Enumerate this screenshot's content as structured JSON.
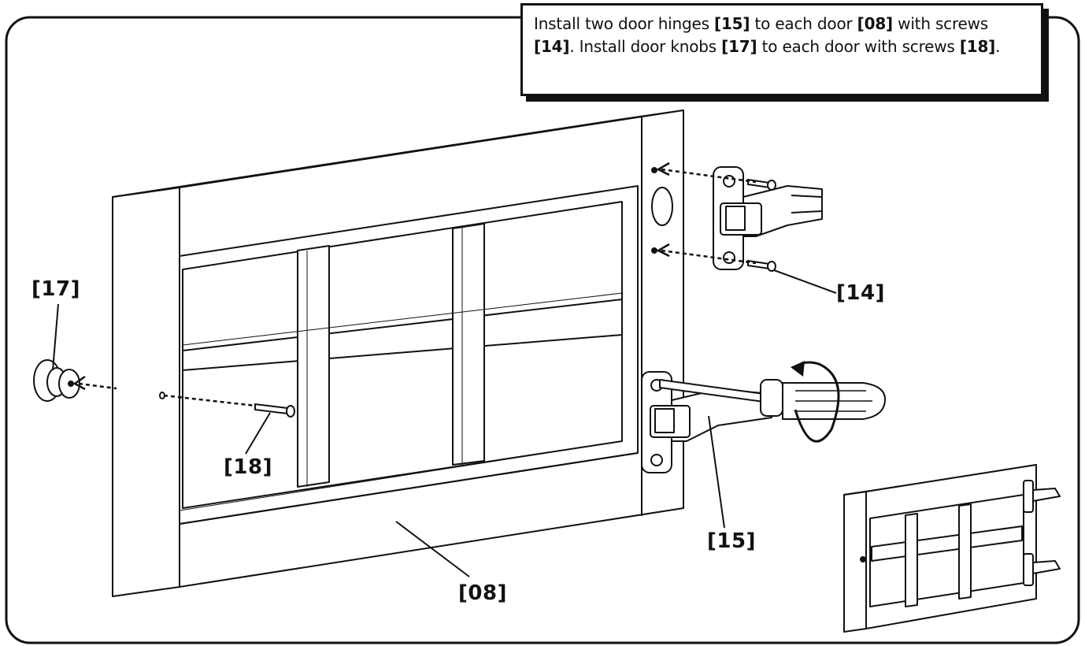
{
  "instruction": {
    "segments": [
      {
        "t": "Install two door hinges ",
        "b": false
      },
      {
        "t": "[15]",
        "b": true
      },
      {
        "t": " to each door ",
        "b": false
      },
      {
        "t": "[08]",
        "b": true
      },
      {
        "t": " with screws ",
        "b": false
      },
      {
        "t": "[14]",
        "b": true
      },
      {
        "t": ".  Install door knobs ",
        "b": false
      },
      {
        "t": "[17]",
        "b": true
      },
      {
        "t": " to each door with screws ",
        "b": false
      },
      {
        "t": "[18]",
        "b": true
      },
      {
        "t": ".",
        "b": false
      }
    ]
  },
  "labels": {
    "knob": "[17]",
    "hinge_screws": "[14]",
    "knob_screw": "[18]",
    "hinge": "[15]",
    "door": "[08]"
  },
  "colors": {
    "line": "#111111",
    "fill": "#ffffff",
    "shade": "#e8e8e8"
  }
}
